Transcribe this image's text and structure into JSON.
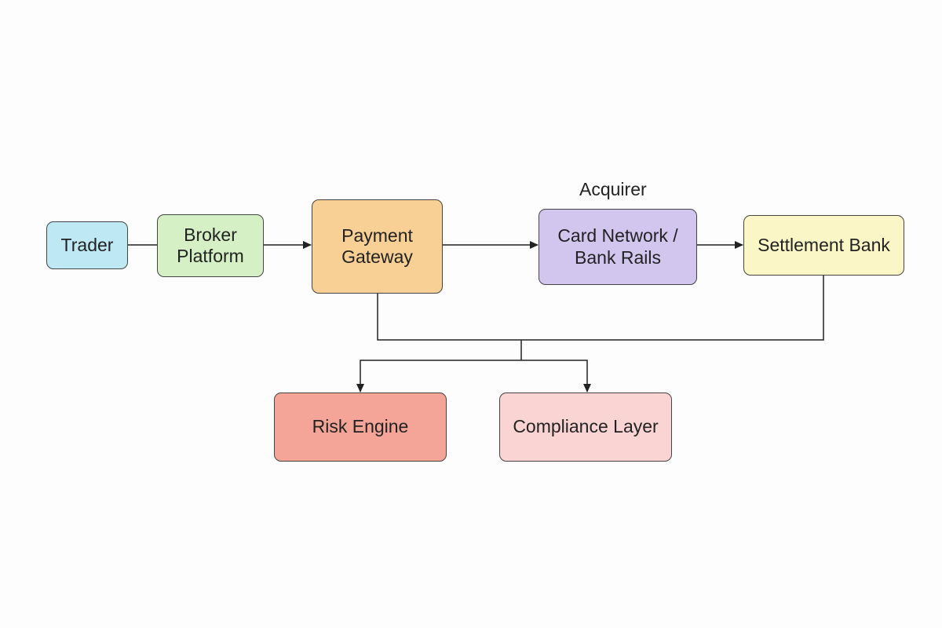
{
  "diagram": {
    "annotation": "Acquirer",
    "nodes": [
      {
        "id": "trader",
        "label": "Trader",
        "color": "#bde8f4"
      },
      {
        "id": "broker",
        "label": "Broker\nPlatform",
        "color": "#d4f0c4"
      },
      {
        "id": "gateway",
        "label": "Payment\nGateway",
        "color": "#f8cf94"
      },
      {
        "id": "card",
        "label": "Card Network /\nBank Rails",
        "color": "#d2c6ee"
      },
      {
        "id": "settlement",
        "label": "Settlement Bank",
        "color": "#fbf6c6"
      },
      {
        "id": "risk",
        "label": "Risk Engine",
        "color": "#f4a598"
      },
      {
        "id": "compliance",
        "label": "Compliance Layer",
        "color": "#f9d4d2"
      }
    ],
    "edges": [
      {
        "from": "trader",
        "to": "broker",
        "arrow": false
      },
      {
        "from": "broker",
        "to": "gateway",
        "arrow": true
      },
      {
        "from": "gateway",
        "to": "card",
        "arrow": true
      },
      {
        "from": "card",
        "to": "settlement",
        "arrow": true
      },
      {
        "from": "gateway",
        "to": "risk",
        "arrow": true
      },
      {
        "from": "gateway",
        "to": "compliance",
        "arrow": true
      },
      {
        "from": "settlement",
        "to": "risk",
        "arrow": true
      },
      {
        "from": "settlement",
        "to": "compliance",
        "arrow": true
      }
    ],
    "line_color": "#222222"
  }
}
